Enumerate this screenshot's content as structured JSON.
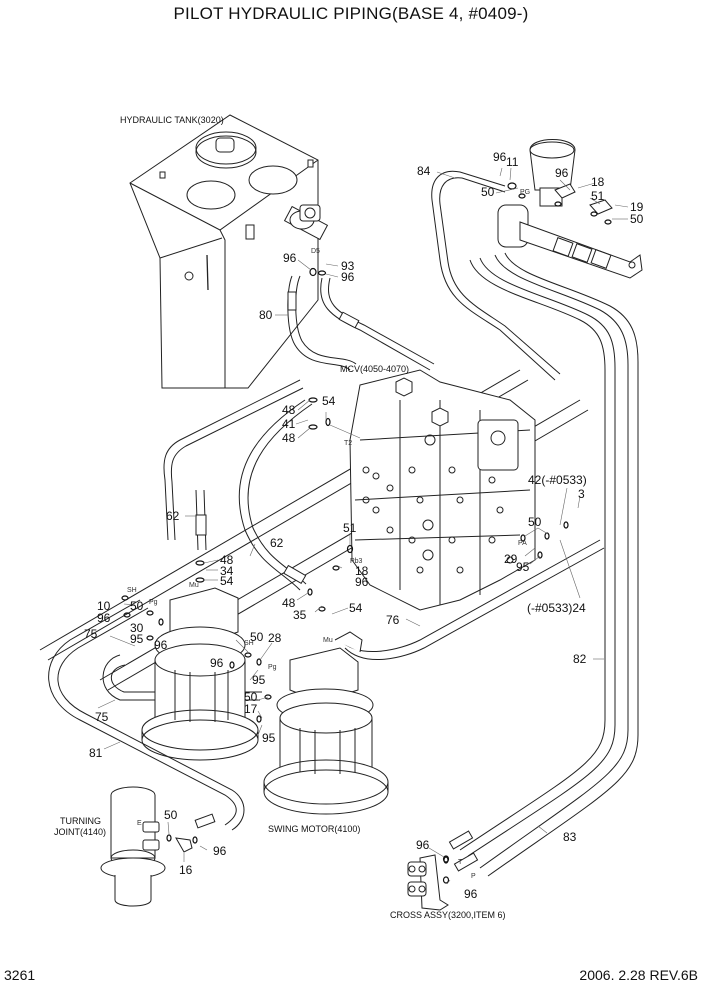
{
  "title": "PILOT HYDRAULIC PIPING(BASE 4, #0409-)",
  "footer": {
    "page_number": "3261",
    "revision": "2006. 2.28 REV.6B"
  },
  "components": {
    "hydraulic_tank": "HYDRAULIC TANK(3020)",
    "mcv": "MCV(4050-4070)",
    "swing_motor": "SWING MOTOR(4100)",
    "turning_joint_line1": "TURNING",
    "turning_joint_line2": "JOINT(4140)",
    "cross_assy": "CROSS ASSY(3200,ITEM 6)"
  },
  "port_labels": {
    "d5": "D5",
    "pg_top": "PG",
    "t2": "T2",
    "pb3": "Pb3",
    "pa": "PA",
    "sh_left": "SH",
    "pg_left": "Pg",
    "mu_left": "Mu",
    "sh_right": "SH",
    "pg_right": "Pg",
    "mu_right": "Mu",
    "e": "E",
    "t": "T",
    "p": "P"
  },
  "callouts": [
    {
      "id": "c84",
      "text": "84"
    },
    {
      "id": "c96a",
      "text": "96"
    },
    {
      "id": "c11",
      "text": "11"
    },
    {
      "id": "c96b",
      "text": "96"
    },
    {
      "id": "c50a",
      "text": "50"
    },
    {
      "id": "c18a",
      "text": "18"
    },
    {
      "id": "c51a",
      "text": "51"
    },
    {
      "id": "c19",
      "text": "19"
    },
    {
      "id": "c50b",
      "text": "50"
    },
    {
      "id": "c96c",
      "text": "96"
    },
    {
      "id": "c93",
      "text": "93"
    },
    {
      "id": "c96d",
      "text": "96"
    },
    {
      "id": "c80",
      "text": "80"
    },
    {
      "id": "c54a",
      "text": "54"
    },
    {
      "id": "c48a",
      "text": "48"
    },
    {
      "id": "c41",
      "text": "41"
    },
    {
      "id": "c48b",
      "text": "48"
    },
    {
      "id": "c42",
      "text": "42(-#0533)"
    },
    {
      "id": "c3",
      "text": "3"
    },
    {
      "id": "c50c",
      "text": "50"
    },
    {
      "id": "c29",
      "text": "29"
    },
    {
      "id": "c95a",
      "text": "95"
    },
    {
      "id": "c24",
      "text": "(-#0533)24"
    },
    {
      "id": "c62a",
      "text": "62"
    },
    {
      "id": "c62b",
      "text": "62"
    },
    {
      "id": "c51b",
      "text": "51"
    },
    {
      "id": "c18b",
      "text": "18"
    },
    {
      "id": "c96e",
      "text": "96"
    },
    {
      "id": "c48c",
      "text": "48"
    },
    {
      "id": "c34",
      "text": "34"
    },
    {
      "id": "c54b",
      "text": "54"
    },
    {
      "id": "c48d",
      "text": "48"
    },
    {
      "id": "c35",
      "text": "35"
    },
    {
      "id": "c54c",
      "text": "54"
    },
    {
      "id": "c76",
      "text": "76"
    },
    {
      "id": "c10",
      "text": "10"
    },
    {
      "id": "c50d",
      "text": "50"
    },
    {
      "id": "c96f",
      "text": "96"
    },
    {
      "id": "c30",
      "text": "30"
    },
    {
      "id": "c75a",
      "text": "75"
    },
    {
      "id": "c95b",
      "text": "95"
    },
    {
      "id": "c96g",
      "text": "96"
    },
    {
      "id": "c96h",
      "text": "96"
    },
    {
      "id": "c50e",
      "text": "50"
    },
    {
      "id": "c28",
      "text": "28"
    },
    {
      "id": "c95c",
      "text": "95"
    },
    {
      "id": "c50f",
      "text": "50"
    },
    {
      "id": "c17",
      "text": "17"
    },
    {
      "id": "c95d",
      "text": "95"
    },
    {
      "id": "c75b",
      "text": "75"
    },
    {
      "id": "c81",
      "text": "81"
    },
    {
      "id": "c82",
      "text": "82"
    },
    {
      "id": "c83",
      "text": "83"
    },
    {
      "id": "c50g",
      "text": "50"
    },
    {
      "id": "c96i",
      "text": "96"
    },
    {
      "id": "c16",
      "text": "16"
    },
    {
      "id": "c96j",
      "text": "96"
    },
    {
      "id": "c96k",
      "text": "96"
    }
  ]
}
